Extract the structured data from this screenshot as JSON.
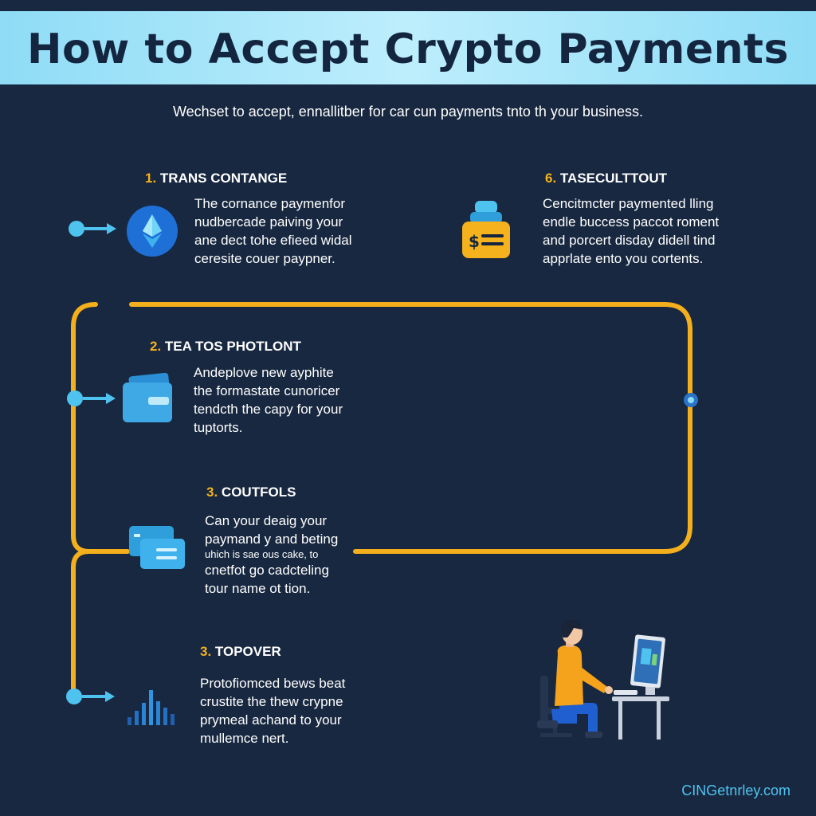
{
  "header": {
    "title": "How to Accept Crypto Payments"
  },
  "subtitle": "Wechset to accept, ennallitber for car cun payments tnto th your business.",
  "steps": [
    {
      "number": "1.",
      "title": "TRANS CONTANGE",
      "lines": [
        "The cornance paymenfor",
        "nudbercade paiving your",
        "ane dect tohe efieed widal",
        "ceresite couer paypner."
      ],
      "icon": "ethereum-coin-icon"
    },
    {
      "number": "6.",
      "title": "TASECULTTOUT",
      "lines": [
        "Cencitmcter paymented lling",
        "endle bucсess pacсot roment",
        "and porcert disday didell tind",
        "apprlate ento you cortents."
      ],
      "icon": "dollar-jar-icon"
    },
    {
      "number": "2.",
      "title": "TEA TOS PHOTLONT",
      "lines": [
        "Andeplove new ayphite",
        "the formastate cunoricer",
        "tendcth the capy for your",
        "tuptorts."
      ],
      "icon": "wallet-icon"
    },
    {
      "number": "3.",
      "title": "COUTFOLS",
      "lines": [
        "Can your deaig your",
        "paymand y and beting",
        "uhich is sae ous cake, to",
        "cnetfot go cadcteling",
        "tour name ot tion."
      ],
      "icon": "cards-icon"
    },
    {
      "number": "3.",
      "title": "TOPOVER",
      "lines": [
        "Protofiomced bews beat",
        "crustite the thew crypne",
        "prymeal achand to your",
        "mullemce nert."
      ],
      "icon": "bar-chart-icon"
    }
  ],
  "footer": {
    "text": "CINGetnrley.com"
  },
  "colors": {
    "background": "#182840",
    "banner": "#a6e4f8",
    "accent_gold": "#f5b21c",
    "accent_blue": "#4fc3ef",
    "connector": "#f4b01c"
  }
}
